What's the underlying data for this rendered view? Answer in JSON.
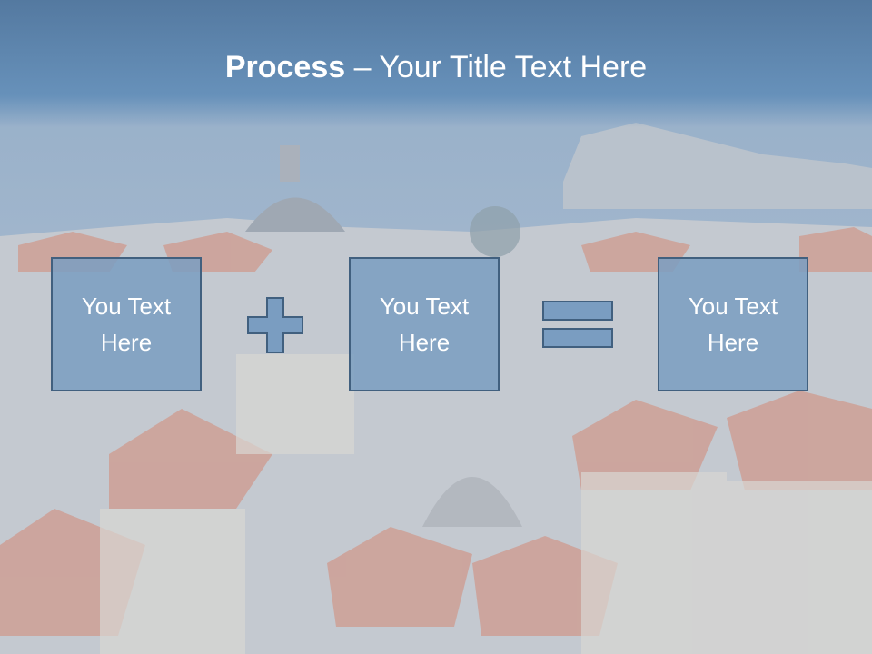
{
  "title": {
    "bold": "Process",
    "rest": " – Your Title Text Here"
  },
  "boxes": [
    {
      "label": "You Text Here"
    },
    {
      "label": "You Text Here"
    },
    {
      "label": "You Text Here"
    }
  ],
  "operators": {
    "plus": "plus-icon",
    "equals": "equals-icon"
  },
  "colors": {
    "box_fill": "#7a9dc1",
    "box_border": "#41607f",
    "title_band": "#5b82ab",
    "text": "#ffffff"
  }
}
